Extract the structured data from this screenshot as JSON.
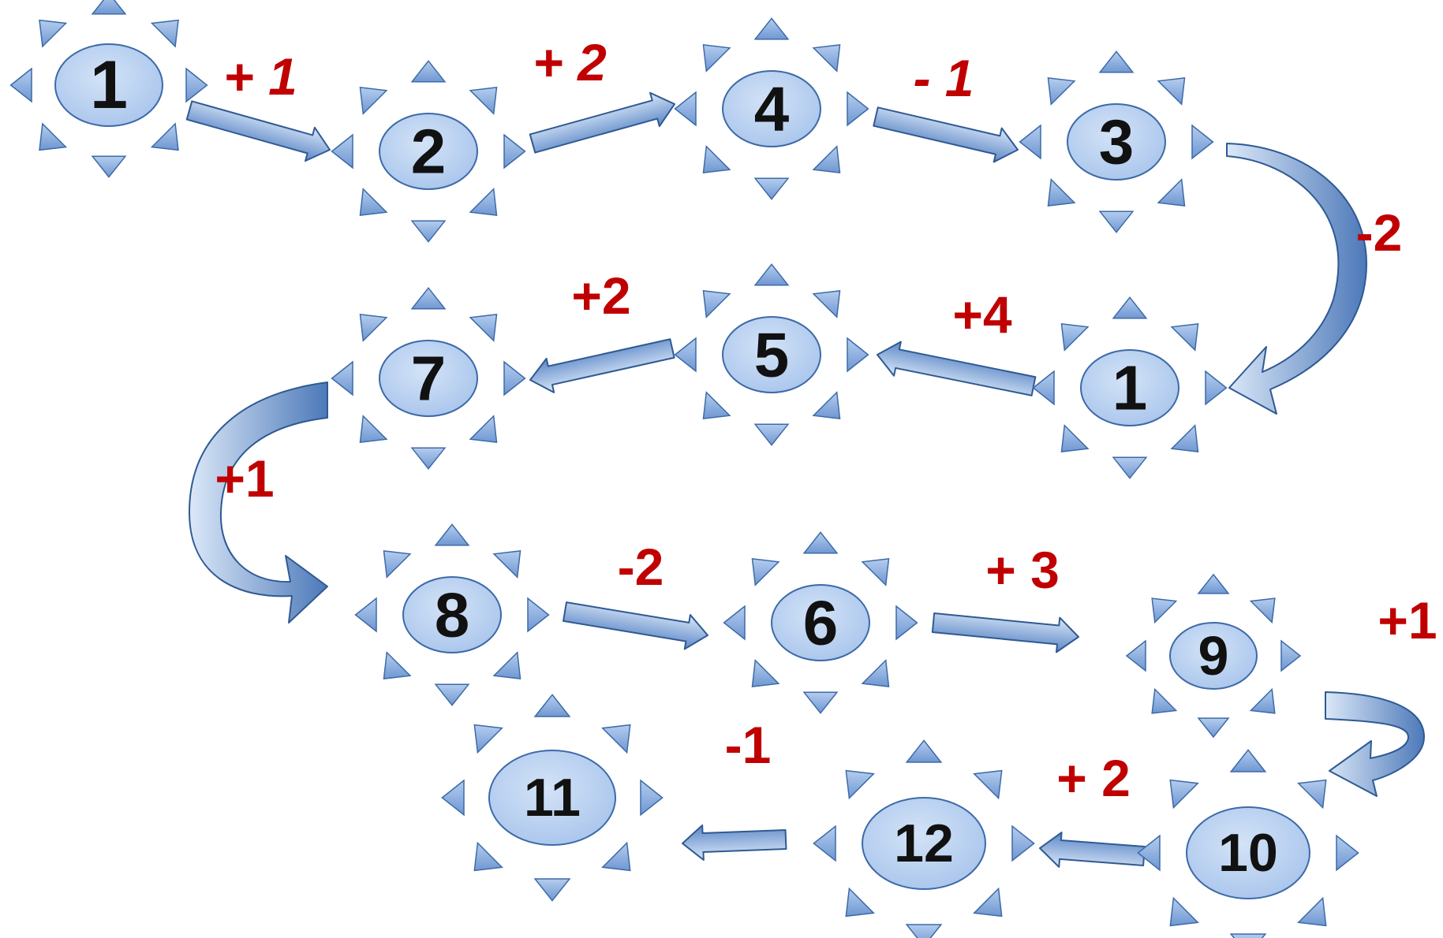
{
  "colors": {
    "ray_fill": "#8fb2e0",
    "ray_stroke": "#3d6aa8",
    "disc_fill": "#bcd3f1",
    "disc_stroke": "#3d6aa8",
    "number_text": "#111111",
    "operation_text": "#c00000",
    "arrow_light": "#dbe8f8",
    "arrow_dark": "#5a86c6",
    "arrow_stroke": "#2f5a93"
  },
  "suns": [
    {
      "id": "sun-1",
      "label": "1"
    },
    {
      "id": "sun-2",
      "label": "2"
    },
    {
      "id": "sun-3",
      "label": "4"
    },
    {
      "id": "sun-4",
      "label": "3"
    },
    {
      "id": "sun-5",
      "label": "1"
    },
    {
      "id": "sun-6",
      "label": "5"
    },
    {
      "id": "sun-7",
      "label": "7"
    },
    {
      "id": "sun-8",
      "label": "8"
    },
    {
      "id": "sun-9",
      "label": "6"
    },
    {
      "id": "sun-10",
      "label": "9"
    },
    {
      "id": "sun-11",
      "label": "10"
    },
    {
      "id": "sun-12",
      "label": "12"
    },
    {
      "id": "sun-13",
      "label": "11"
    }
  ],
  "steps": [
    {
      "id": "step-1",
      "from": "1",
      "to": "2",
      "op": "+ 1"
    },
    {
      "id": "step-2",
      "from": "2",
      "to": "4",
      "op": "+ 2"
    },
    {
      "id": "step-3",
      "from": "4",
      "to": "3",
      "op": "- 1"
    },
    {
      "id": "step-4",
      "from": "3",
      "to": "1",
      "op": "-2"
    },
    {
      "id": "step-5",
      "from": "1",
      "to": "5",
      "op": "+4"
    },
    {
      "id": "step-6",
      "from": "5",
      "to": "7",
      "op": "+2"
    },
    {
      "id": "step-7",
      "from": "7",
      "to": "8",
      "op": "+1"
    },
    {
      "id": "step-8",
      "from": "8",
      "to": "6",
      "op": "-2"
    },
    {
      "id": "step-9",
      "from": "6",
      "to": "9",
      "op": "+ 3"
    },
    {
      "id": "step-10",
      "from": "9",
      "to": "10",
      "op": "+1"
    },
    {
      "id": "step-11",
      "from": "10",
      "to": "12",
      "op": "+ 2"
    },
    {
      "id": "step-12",
      "from": "12",
      "to": "11",
      "op": "-1"
    }
  ]
}
